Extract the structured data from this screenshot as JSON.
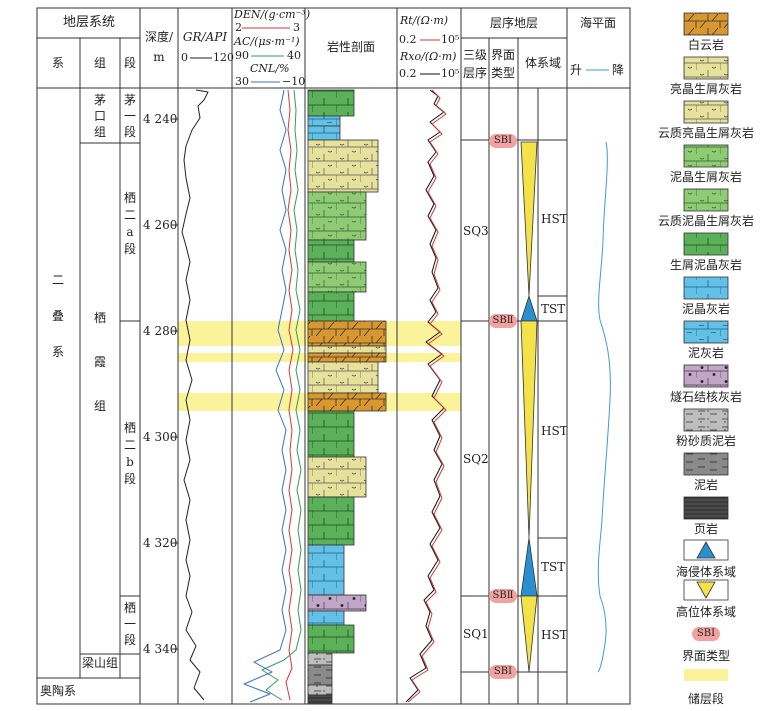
{
  "header": {
    "strat_system": "地层系统",
    "xi": "系",
    "zu": "组",
    "duan": "段",
    "depth_l1": "深度/",
    "depth_l2": "m",
    "gr_label": "GR/API",
    "gr_min": "0",
    "gr_max": "120",
    "den_label": "DEN/(g·cm⁻³)",
    "den_min": "2",
    "den_max": "3",
    "ac_label": "AC/(μs·m⁻¹)",
    "ac_min": "90",
    "ac_max": "40",
    "cnl_label": "CNL/%",
    "cnl_min": "30",
    "cnl_max": "−10",
    "lith_label": "岩性剖面",
    "rt_label": "Rt/(Ω·m)",
    "rt_min": "0.2",
    "rt_max": "10⁵",
    "rxo_label": "Rxo/(Ω·m)",
    "rxo_min": "0.2",
    "rxo_max": "10⁵",
    "seq_title": "层序地层",
    "seq_l3_a": "三级",
    "seq_l3_b": "层序",
    "iface_a": "界面",
    "iface_b": "类型",
    "systract": "体系域",
    "sea_title": "海平面",
    "sea_rise": "升",
    "sea_fall": "降"
  },
  "strat": {
    "system_name": "二叠系",
    "below_system": "奥陶系",
    "group_qixia": "栖霞组",
    "group_maokou": "茅口组",
    "group_liangshan": "梁山组",
    "seg_maokou1": "茅一段",
    "seg_qi2a": "栖二a段",
    "seg_qi2b": "栖二b段",
    "seg_qi1": "栖一段"
  },
  "depth_ticks": [
    "4 240",
    "4 260",
    "4 280",
    "4 300",
    "4 320",
    "4 340"
  ],
  "sequences": {
    "sq3": "SQ3",
    "sq2": "SQ2",
    "sq1": "SQ1",
    "sb1_top": "SBⅠ",
    "sb2_mid": "SBⅡ",
    "sb2_low": "SBⅡ",
    "sb1_bottom": "SBⅠ",
    "hst_upper": "HST",
    "tst_upper": "TST",
    "hst_mid": "HST",
    "tst_lower": "TST",
    "hst_lower": "HST"
  },
  "legend": [
    {
      "name": "dolomite",
      "label": "白云岩",
      "color": "#d9982f"
    },
    {
      "name": "bright-bioclastic-limestone",
      "label": "亮晶生屑灰岩",
      "color": "#e6e29c"
    },
    {
      "name": "dolomitic-bright-bioclastic-limestone",
      "label": "云质亮晶生屑灰岩",
      "color": "#e6e29c"
    },
    {
      "name": "micritic-bioclastic-limestone",
      "label": "泥晶生屑灰岩",
      "color": "#8fca74"
    },
    {
      "name": "dolomitic-micritic-bioclastic-limestone",
      "label": "云质泥晶生屑灰岩",
      "color": "#8fca74"
    },
    {
      "name": "bioclastic-micritic-limestone",
      "label": "生屑泥晶灰岩",
      "color": "#5bb15a"
    },
    {
      "name": "micritic-limestone",
      "label": "泥晶灰岩",
      "color": "#63c0e6"
    },
    {
      "name": "argillaceous-limestone",
      "label": "泥灰岩",
      "color": "#63c0e6"
    },
    {
      "name": "chert-nodule-limestone",
      "label": "燧石结核灰岩",
      "color": "#c2a6c8"
    },
    {
      "name": "silty-mudstone",
      "label": "粉砂质泥岩",
      "color": "#bdbdbd"
    },
    {
      "name": "mudstone",
      "label": "泥岩",
      "color": "#8a8a8a"
    },
    {
      "name": "shale",
      "label": "页岩",
      "color": "#4a4a4a"
    },
    {
      "name": "transgressive-systems-tract",
      "label": "海侵体系域",
      "color": "#2a8fd0"
    },
    {
      "name": "highstand-systems-tract",
      "label": "高位体系域",
      "color": "#f3e24a"
    },
    {
      "name": "interface-type",
      "label": "界面类型",
      "symbol": "SBⅠ",
      "color": "#f2a3a1"
    },
    {
      "name": "reservoir-interval",
      "label": "储层段",
      "color": "#fbf39a"
    }
  ],
  "colors": {
    "gr_curve": "#222222",
    "den_curve": "#d33a3a",
    "ac_curve": "#3a9a5a",
    "cnl_curve": "#3a6fd3",
    "rt_curve": "#111111",
    "rxo_curve": "#d33a3a",
    "sea_curve": "#3aa0d0",
    "reservoir": "#fbf39a"
  }
}
